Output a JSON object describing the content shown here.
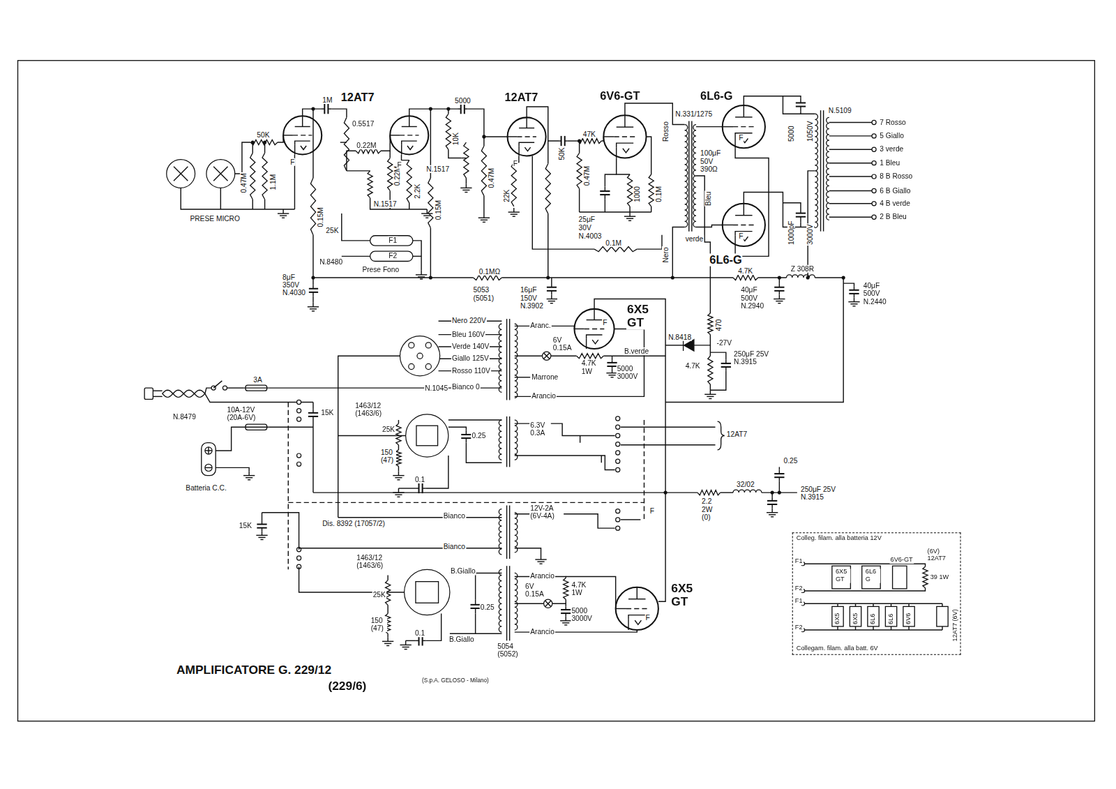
{
  "diagram": {
    "title": "AMPLIFICATORE G. 229/12",
    "nodes": [
      {
        "text": [
          "Colleg. filam. alla batteria 12V",
          "Collegam. filam. alla batt. 6V"
        ]
      }
    ],
    "labels": [
      "12AT7",
      "12AT7",
      "6V6-GT",
      "6L6-G",
      "6L6-G",
      "6X5 GT",
      "6X5 GT",
      "PRESE MICRO",
      "50K",
      "0.47M",
      "1.1M",
      "1M",
      "0.5517",
      "0.22M",
      "0.22M",
      "2.2K",
      "N.1517",
      "0.15M",
      "25K",
      "F1",
      "F2",
      "N.8480",
      "Prese Fono",
      "5000",
      "10K",
      "N.1517",
      "0.15M",
      "0.47M",
      "22K",
      "50K",
      "47K",
      "0.47M",
      "25μF 30V",
      "N.4003",
      "1000",
      "0.1M",
      "0.1M",
      "Rosso",
      "Nero",
      "N.331/1275",
      "100μF 50V 390Ω",
      "Bleu",
      "verde",
      "5000",
      "1050V",
      "1000pF",
      "3000V",
      "N.5109",
      "7 Rosso",
      "5 Giallo",
      "3 verde",
      "1 Bleu",
      "8 B Rosso",
      "6 B Giallo",
      "4 B verde",
      "2 B Bleu",
      "4.7K",
      "Z 308R",
      "40μF 500V N.2940",
      "40μF 500V N.2440",
      "8μF 350V N.4030",
      "0.1MΩ",
      "5053 (5051)",
      "16μF 150V N.3902",
      "470",
      "N.8418",
      "-27V",
      "4.7K",
      "250μF 25V N.3915",
      "Nero 220V",
      "Bleu 160V",
      "Verde 140V",
      "Giallo 125V",
      "Rosso 110V",
      "Bianco 0",
      "N.1045",
      "Aranc.",
      "6V 0.15A",
      "4.7K 1W",
      "5000 3000V",
      "Marrone",
      "Arancio",
      "B.verde",
      "3A",
      "N.8479",
      "10A-12V (20A-6V)",
      "15K",
      "1463/12 (1463/6)",
      "25K",
      "150 (47)",
      "0.25",
      "0.1",
      "6.3V 0.3A",
      "12AT7",
      "Batteria C.C.",
      "0.25",
      "2.2 2W (0)",
      "32/02",
      "250μF 25V N.3915",
      "Dis. 8392 (17057/2)",
      "Bianco",
      "15K",
      "12V-2A (6V-4A)",
      "Bianco",
      "1463/12 (1463/6)",
      "B.Giallo",
      "25K",
      "150 (47)",
      "0.25",
      "0.1",
      "B.Giallo",
      "5054 (5052)",
      "Arancio",
      "6V 0.15A",
      "4.7K 1W",
      "5000 3000V",
      "Arancio",
      "(229/6)",
      "(S.p.A. GELOSO - Milano)",
      "F1",
      "F2",
      "6X5 GT",
      "6L6 G",
      "6V6-GT",
      "(6V) 12AT7",
      "39 1W",
      "F1",
      "F2",
      "6X5",
      "6X5",
      "6L6",
      "6L6",
      "6V6",
      "12AT7 (6V)",
      "F",
      "F",
      "F",
      "F",
      "F",
      "F",
      "F",
      "F"
    ]
  }
}
